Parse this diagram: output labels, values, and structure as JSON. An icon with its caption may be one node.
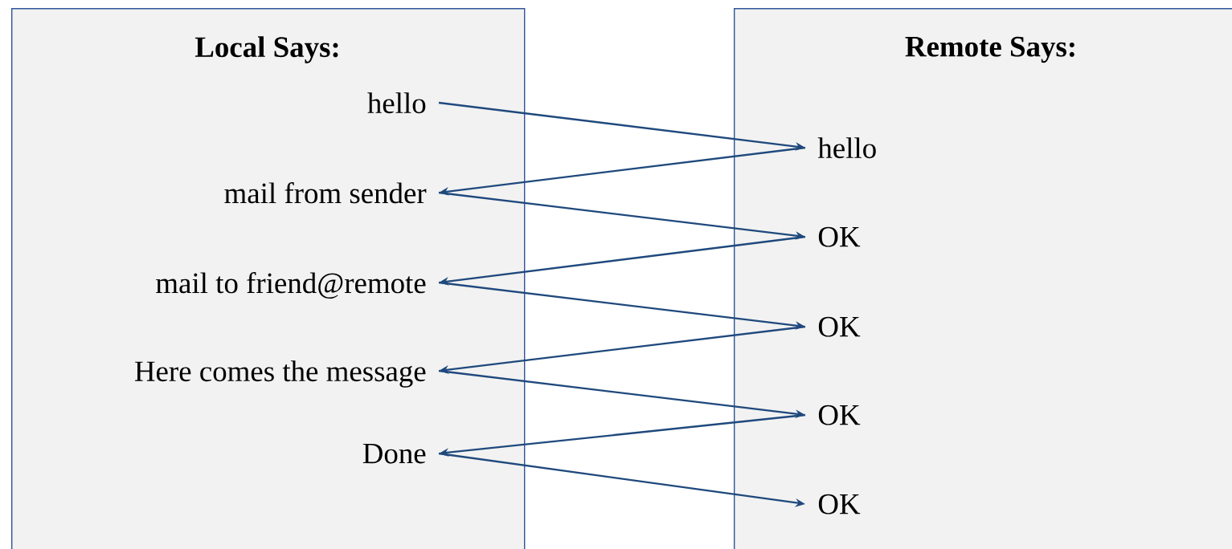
{
  "diagram": {
    "nodes": [
      {
        "text": [
          "Local Says:"
        ]
      },
      {
        "text": [
          "Remote Says:"
        ]
      },
      {
        "text": [
          "hello"
        ],
        "in": 0
      },
      {
        "text": [
          "mail from sender"
        ],
        "in": 0
      },
      {
        "text": [
          "mail to friend@remote"
        ],
        "in": 0
      },
      {
        "text": [
          "Here comes the message"
        ],
        "in": 0
      },
      {
        "text": [
          "Done"
        ],
        "in": 0
      },
      {
        "text": [
          "hello"
        ],
        "in": 1
      },
      {
        "text": [
          "OK"
        ],
        "in": 1
      },
      {
        "text": [
          "OK"
        ],
        "in": 1
      },
      {
        "text": [
          "OK"
        ],
        "in": 1
      },
      {
        "text": [
          "OK"
        ],
        "in": 1
      }
    ],
    "edges": [
      {
        "from": 2,
        "to": 7,
        "arrow": "to"
      },
      {
        "from": 7,
        "to": 3,
        "arrow": "to"
      },
      {
        "from": 3,
        "to": 8,
        "arrow": "to"
      },
      {
        "from": 8,
        "to": 4,
        "arrow": "to"
      },
      {
        "from": 4,
        "to": 9,
        "arrow": "to"
      },
      {
        "from": 9,
        "to": 5,
        "arrow": "to"
      },
      {
        "from": 5,
        "to": 10,
        "arrow": "to"
      },
      {
        "from": 10,
        "to": 6,
        "arrow": "to"
      },
      {
        "from": 6,
        "to": 11,
        "arrow": "to"
      }
    ]
  }
}
